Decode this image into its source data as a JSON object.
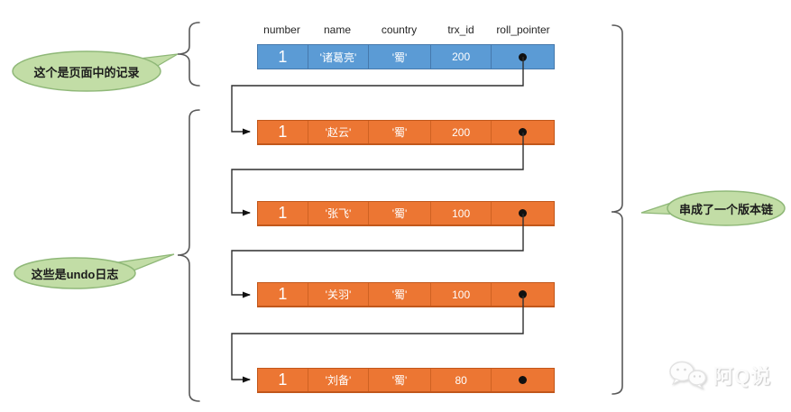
{
  "table": {
    "headers": [
      "number",
      "name",
      "country",
      "trx_id",
      "roll_pointer"
    ],
    "current_record": {
      "number": "1",
      "name": "'诸葛亮'",
      "country": "'蜀'",
      "trx_id": "200"
    },
    "undo_logs": [
      {
        "number": "1",
        "name": "'赵云'",
        "country": "'蜀'",
        "trx_id": "200"
      },
      {
        "number": "1",
        "name": "'张飞'",
        "country": "'蜀'",
        "trx_id": "100"
      },
      {
        "number": "1",
        "name": "'关羽'",
        "country": "'蜀'",
        "trx_id": "100"
      },
      {
        "number": "1",
        "name": "'刘备'",
        "country": "'蜀'",
        "trx_id": "80"
      }
    ]
  },
  "callouts": {
    "page_record": "这个是页面中的记录",
    "undo_logs": "这些是undo日志",
    "version_chain": "串成了一个版本链"
  },
  "watermark": {
    "text": "阿Q说"
  },
  "colors": {
    "record_fill": "#5B9BD5",
    "undo_fill": "#EC7633",
    "callout_fill": "#C2DDA6",
    "callout_border": "#8FB878",
    "connector": "#2f2f2f",
    "brace": "#595959"
  }
}
